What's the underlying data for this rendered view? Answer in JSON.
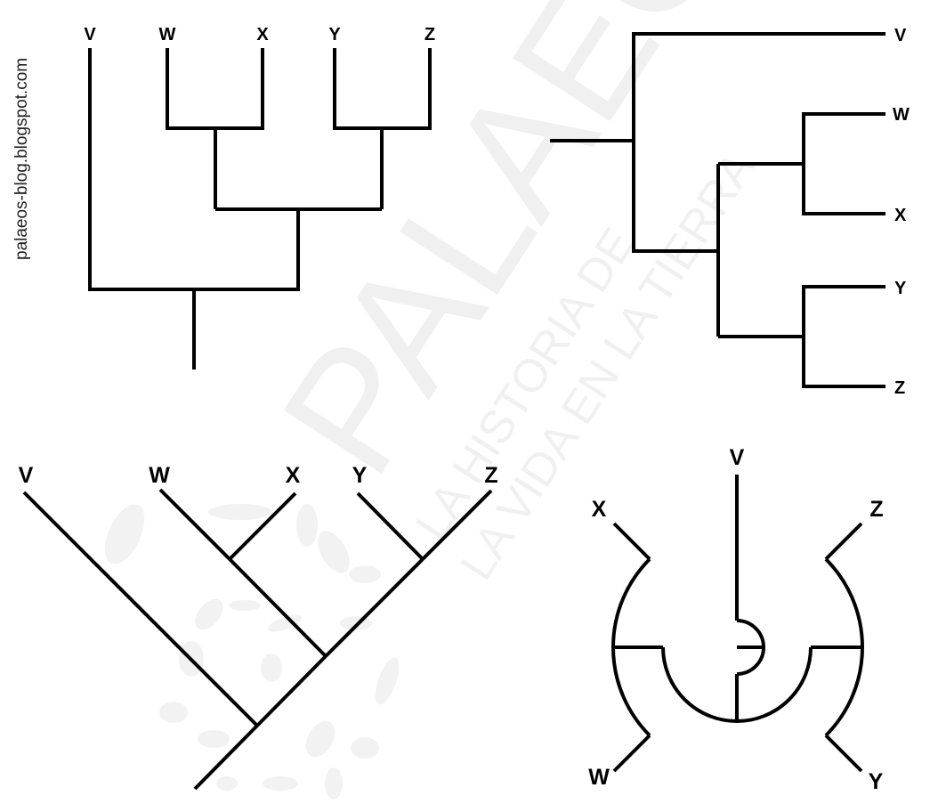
{
  "credit": "palaeos-blog.blogspot.com",
  "watermark": {
    "brand": "PALAEOS",
    "tagline_1": "LA HISTORIA DE",
    "tagline_2": "LA VIDA EN LA TIERRA"
  },
  "taxa": [
    "V",
    "W",
    "X",
    "Y",
    "Z"
  ],
  "panels": [
    {
      "name": "rectangular-cladogram-vertical",
      "tips": [
        "V",
        "W",
        "X",
        "Y",
        "Z"
      ]
    },
    {
      "name": "rectangular-cladogram-horizontal",
      "tips": [
        "V",
        "W",
        "X",
        "Y",
        "Z"
      ]
    },
    {
      "name": "slanted-cladogram",
      "tips": [
        "V",
        "W",
        "X",
        "Y",
        "Z"
      ]
    },
    {
      "name": "circular-cladogram",
      "tips": [
        "V",
        "X",
        "Z",
        "W",
        "Y"
      ]
    }
  ]
}
